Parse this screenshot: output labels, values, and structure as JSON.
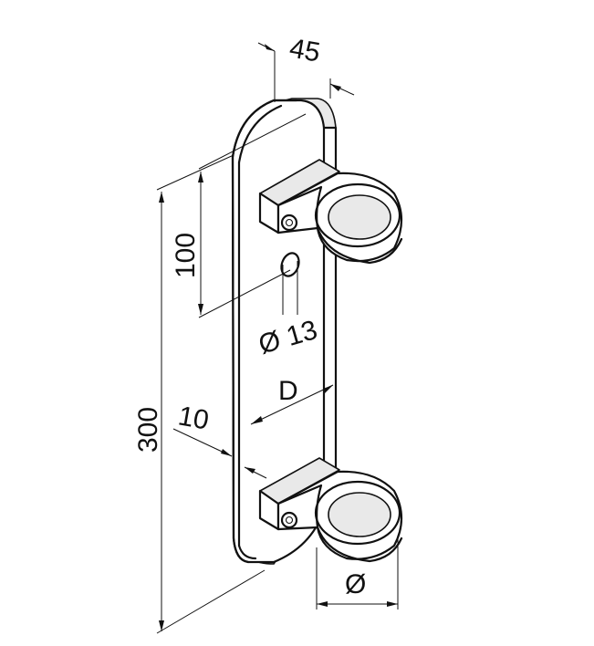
{
  "drawing": {
    "labels": {
      "thickness": "45",
      "spacing": "100",
      "hole": "Ø 13",
      "depth": "D",
      "offset": "10",
      "height": "300",
      "tube_diameter": "Ø"
    }
  }
}
